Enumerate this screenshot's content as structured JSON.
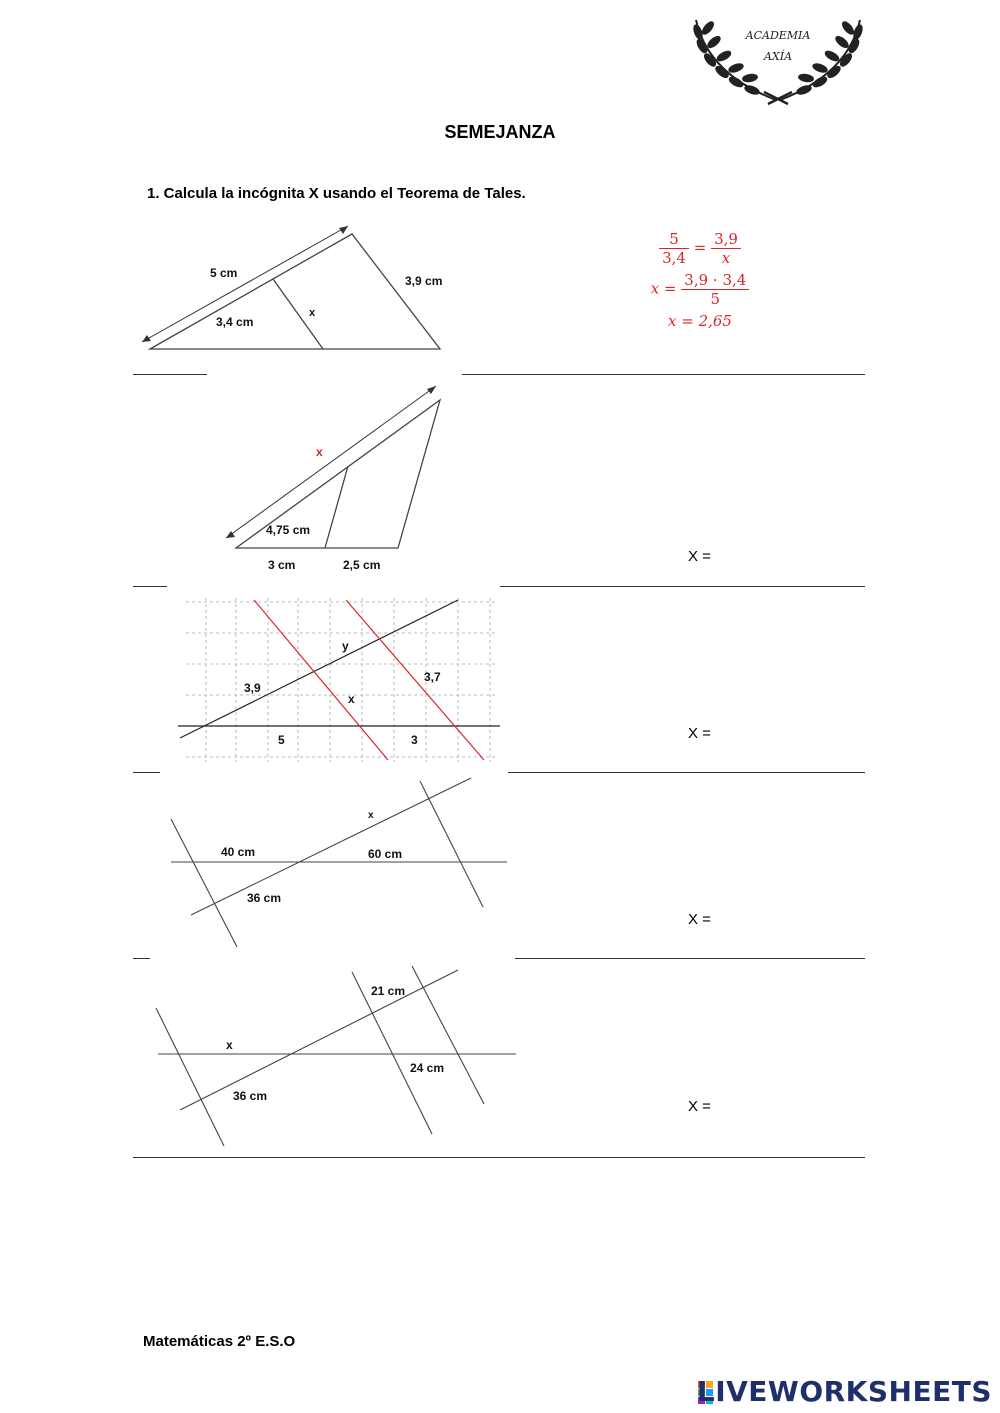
{
  "logo": {
    "line1": "ACADEMIA",
    "line2": "AXÍA"
  },
  "title": "SEMEJANZA",
  "instruction": "1. Calcula la incógnita X usando el Teorema de Tales.",
  "ex1": {
    "labels": {
      "side_total": "5 cm",
      "side_part": "3,4 cm",
      "right_side": "3,9 cm",
      "unknown": "x"
    },
    "solution": {
      "f1_num": "5",
      "f1_den": "3,4",
      "eq": "=",
      "f2_num": "3,9",
      "f2_den": "x",
      "x_lhs": "x =",
      "f3_num": "3,9 · 3,4",
      "f3_den": "5",
      "result": "x = 2,65"
    }
  },
  "ex2": {
    "labels": {
      "unknown": "x",
      "seg1": "4,75 cm",
      "base1": "3 cm",
      "base2": "2,5 cm"
    },
    "answer": "X ="
  },
  "ex3": {
    "labels": {
      "y": "y",
      "a": "3,9",
      "b": "3,7",
      "x": "x",
      "c": "5",
      "d": "3"
    },
    "answer": "X ="
  },
  "ex4": {
    "labels": {
      "x": "x",
      "a": "40 cm",
      "b": "60 cm",
      "c": "36 cm"
    },
    "answer": "X ="
  },
  "ex5": {
    "labels": {
      "a": "21 cm",
      "x": "x",
      "b": "24 cm",
      "c": "36 cm"
    },
    "answer": "X ="
  },
  "footer": "Matemáticas 2º E.S.O",
  "brand": "LIVEWORKSHEETS",
  "colors": {
    "red": "#d9262a",
    "brand": "#1f2f6b"
  }
}
